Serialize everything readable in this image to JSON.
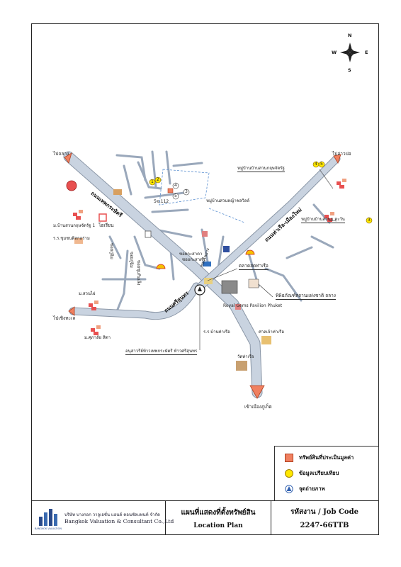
{
  "map": {
    "directions": {
      "top_left": "ไปถลาง",
      "top_right": "ไปอ่าวปอ",
      "left": "ไปเชิงทะเล",
      "bottom": "เข้าเมืองภูเก็ต"
    },
    "compass": {
      "n": "N",
      "s": "S",
      "e": "E",
      "w": "W"
    },
    "roads": {
      "thepkrasattri": "ถนนเทพกระษัตรี",
      "srisoonthorn": "ถนนศรีสุนทร",
      "thalang_muang_mai": "ถนนท่าเรือ-เมืองใหม่"
    },
    "labels": {
      "project_cluster": "หมู่บ้านสวนหญ้าชลวิลล์",
      "village_sriwichai": "หมู่บ้านบ้านสวนกฤษจัดรัฐ",
      "village_sriwichai_nums": [
        "4",
        "5"
      ],
      "village_tawan": "หมู่บ้านบ้านสวนบ.ตะวัน",
      "village_tawan_num": "3",
      "market": "ตลาดสดท่าเรือ",
      "museum": "พิพิธภัณฑ์สถานแห่งชาติ ถลาง",
      "royal_gems": "Royal Gems Pavilion Phuket",
      "heroines_monument": "อนุสาวรีย์ท้าวเทพกระษัตรี ท้าวศรีสุนทร",
      "ban_tha_ruea": "ร.ร.บ้านท่าเรือ",
      "shrine": "ศาลเจ้าท่าเรือ",
      "wat_tha_ruea": "วัดท่าเรือ",
      "ban_suan_kwang": "ม.บ้านสวนกฤษจัดรัฐ 1",
      "kosit": "โฮเรียน",
      "school_left": "ร.ร.ชุมชนดิลกอร่าม",
      "suan_phai": "ม.สวนไผ่",
      "suan_phai_sub": "ม.ศุภาลัย สิตา",
      "soi_1": "ซอยกู่ฉิม",
      "soi_2": "ซอยกู่ฉิม",
      "soi_3": "ซอยชุมกิมเส็ง",
      "soi_4": "ซอยกะสาดา",
      "soi_5": "ซอยกะสาดา",
      "soi_6": "ซอยในยาง",
      "parcel": "5ซ.112",
      "markers": [
        "1",
        "2",
        "3",
        "4",
        "5"
      ]
    }
  },
  "legend": {
    "subject": "ทรัพย์สินที่ประเมินมูลค่า",
    "comparable": "ข้อมูลเปรียบเทียบ",
    "photo": "จุดถ่ายภาพ"
  },
  "title_block": {
    "company_th": "บริษัท บางกอก วาลูเอชั่น แอนด์ คอนซัลแทนท์ จำกัด",
    "company_en": "Bangkok Valuation & Consultant Co.,Ltd",
    "logo_text": "BANGKOK VALUATION",
    "title_th": "แผนที่แสดงที่ตั้งทรัพย์สิน",
    "title_en": "Location Plan",
    "job_label": "รหัสงาน / Job Code",
    "job_code": "2247-66TTB"
  },
  "colors": {
    "road_fill": "#c9d3e0",
    "road_edge": "#8a96a6",
    "arrow": "#f08060",
    "marker": "#ffe800",
    "red_building": "#e85050"
  }
}
